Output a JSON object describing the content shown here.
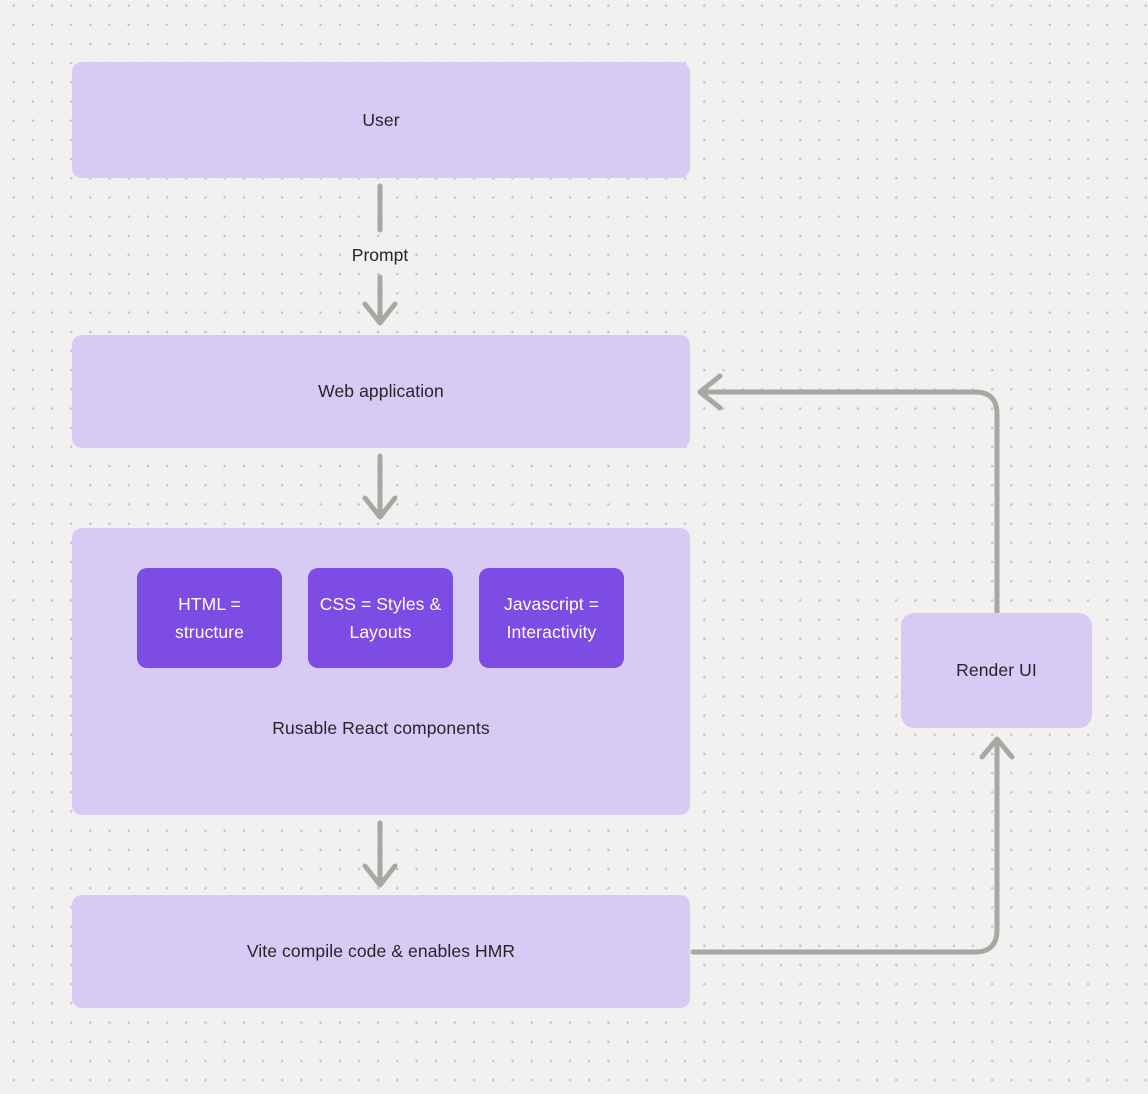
{
  "diagram": {
    "nodes": {
      "user": {
        "label": "User"
      },
      "webapp": {
        "label": "Web application"
      },
      "group": {
        "children": [
          {
            "label": "HTML = structure"
          },
          {
            "label": "CSS = Styles & Layouts"
          },
          {
            "label": "Javascript = Interactivity"
          }
        ],
        "caption": "Rusable React components"
      },
      "vite": {
        "label": "Vite compile code & enables HMR"
      },
      "render": {
        "label": "Render UI"
      }
    },
    "edge_labels": {
      "prompt": "Prompt"
    }
  },
  "colors": {
    "canvas_background": "#f2f1ef",
    "dot_grid": "#c7c4c1",
    "node_light_purple": "#d7cbf5",
    "chip_dark_purple": "#7c4ce4",
    "arrow_gray": "#a9a7a4",
    "text_dark": "#26242a",
    "text_light": "#ffffff"
  }
}
